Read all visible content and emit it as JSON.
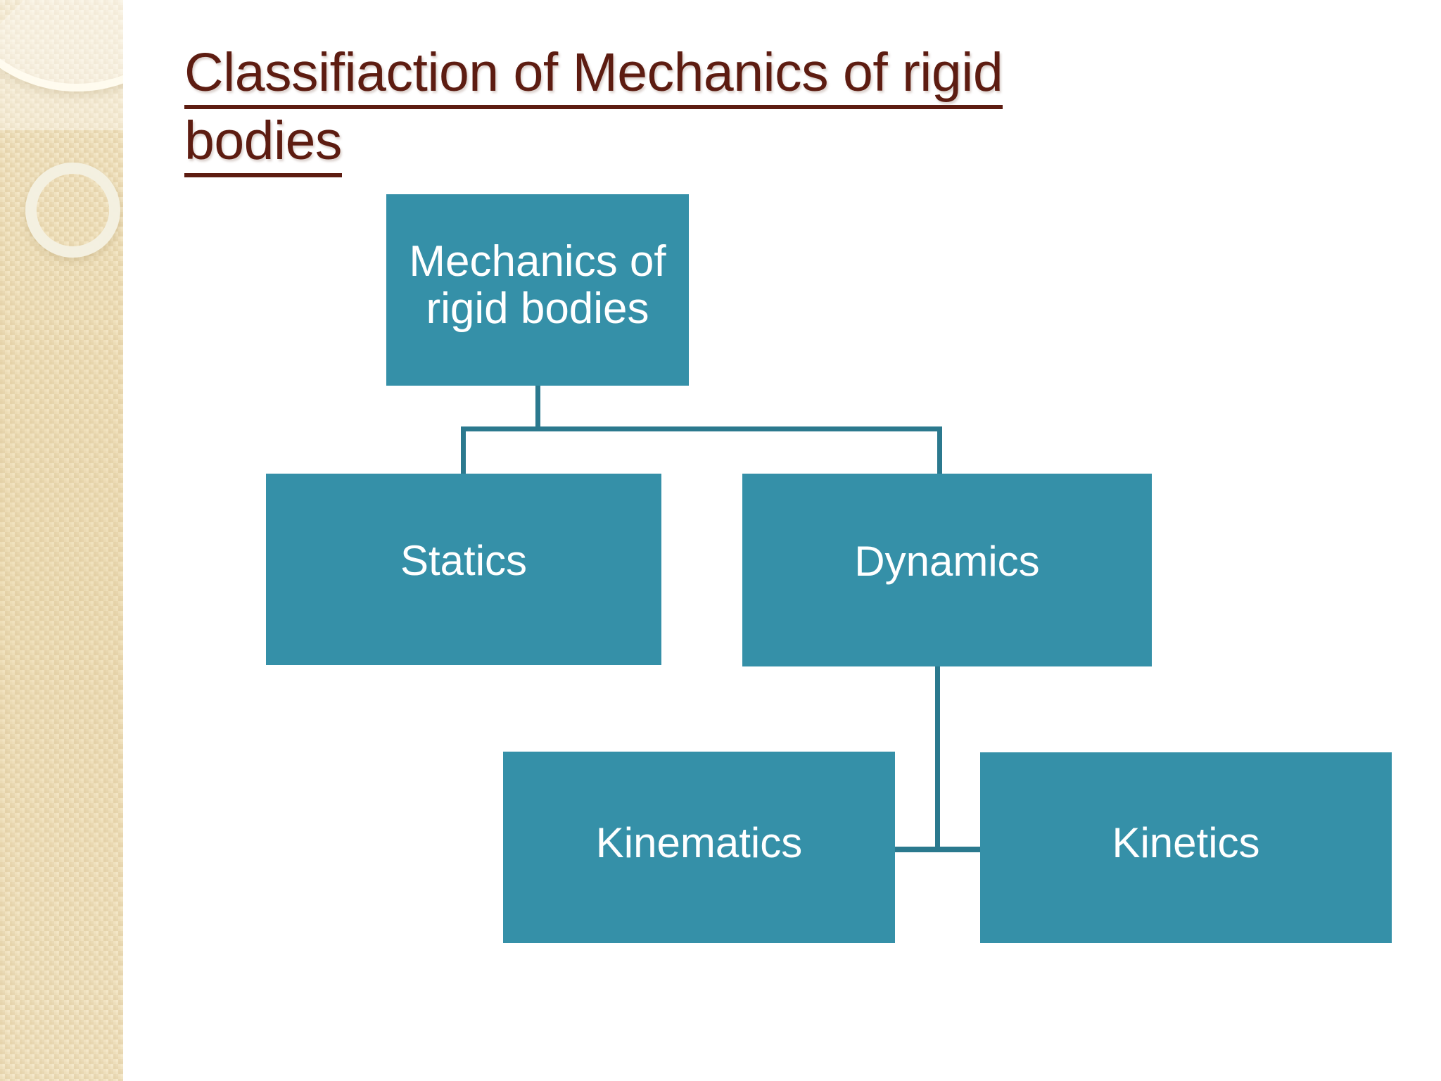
{
  "slide": {
    "title_line_1": "Classifiaction of Mechanics of rigid",
    "title_line_2": "bodies",
    "title_color": "#5d1c11",
    "background_color": "#ffffff",
    "accent_color": "#3590a8",
    "connector_color": "#2b798e",
    "band_color": "#f2e5c3"
  },
  "chart_data": {
    "type": "diagram",
    "title": "Classifiaction of Mechanics of rigid bodies",
    "nodes": [
      {
        "id": "root",
        "label": "Mechanics of rigid bodies",
        "label_line_1": "Mechanics of",
        "label_line_2": "rigid bodies",
        "level": 0,
        "parent": null
      },
      {
        "id": "statics",
        "label": "Statics",
        "level": 1,
        "parent": "root"
      },
      {
        "id": "dynamics",
        "label": "Dynamics",
        "level": 1,
        "parent": "root"
      },
      {
        "id": "kinematics",
        "label": "Kinematics",
        "level": 2,
        "parent": "dynamics"
      },
      {
        "id": "kinetics",
        "label": "Kinetics",
        "level": 2,
        "parent": "dynamics"
      }
    ],
    "edges": [
      {
        "from": "root",
        "to": "statics"
      },
      {
        "from": "root",
        "to": "dynamics"
      },
      {
        "from": "dynamics",
        "to": "kinematics"
      },
      {
        "from": "dynamics",
        "to": "kinetics"
      }
    ],
    "node_fill": "#3590a8",
    "node_text_color": "#ffffff",
    "connector_color": "#2b798e"
  }
}
